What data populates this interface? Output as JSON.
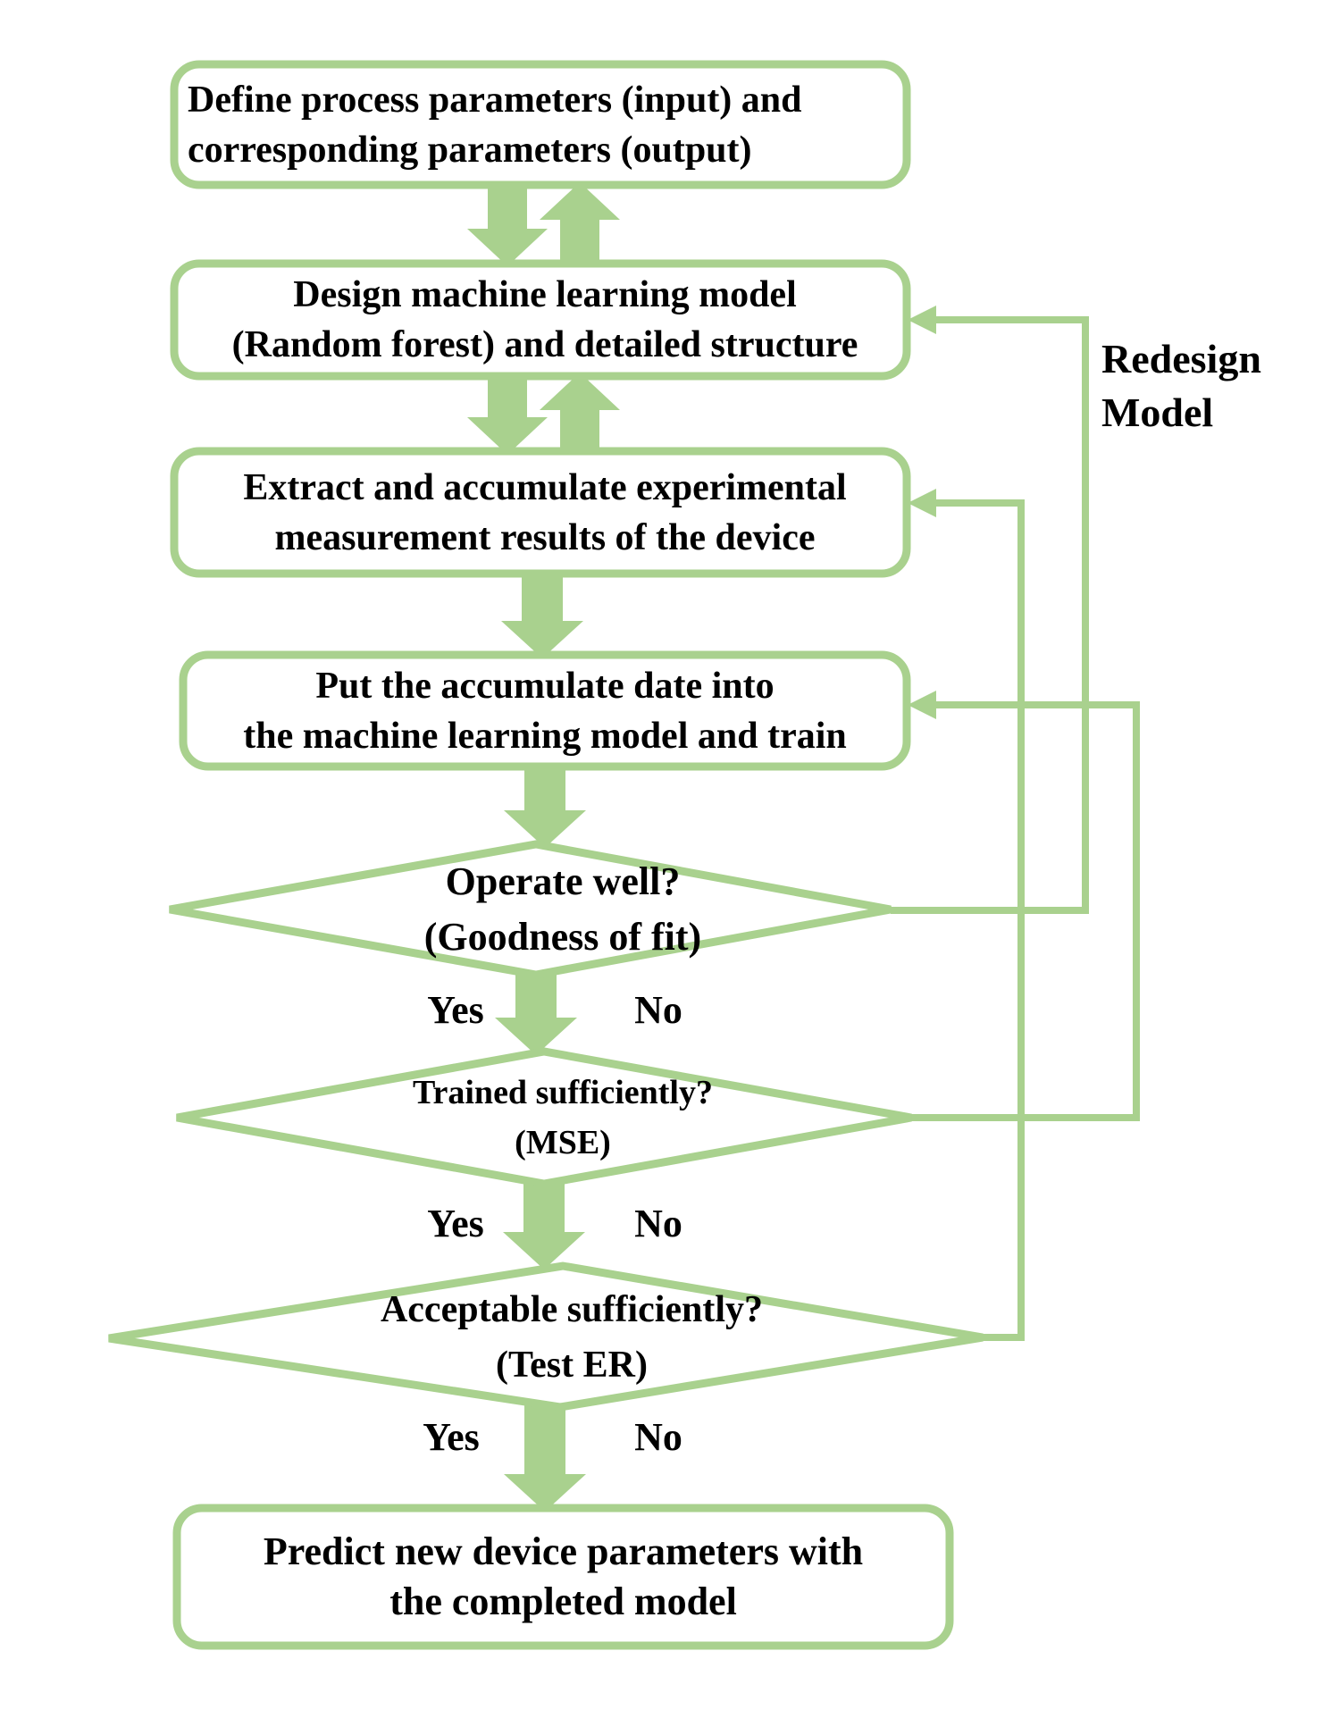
{
  "colors": {
    "shape_green": "#A9D18E",
    "text": "#000000",
    "box_fill": "#FFFFFF"
  },
  "flowchart": {
    "process_boxes": [
      {
        "name": "define-parameters",
        "line1": "Define process parameters (input) and",
        "line2": "corresponding parameters (output)"
      },
      {
        "name": "design-model",
        "line1": "Design machine learning model",
        "line2": "(Random forest) and detailed structure"
      },
      {
        "name": "extract-results",
        "line1": "Extract and accumulate experimental",
        "line2": "measurement results of the device"
      },
      {
        "name": "train-model",
        "line1": "Put the accumulate date into",
        "line2": "the machine learning model and train"
      },
      {
        "name": "predict-parameters",
        "line1": "Predict new device parameters with",
        "line2": "the completed model"
      }
    ],
    "decisions": [
      {
        "name": "operate-well",
        "line1": "Operate well?",
        "line2": "(Goodness of fit)",
        "yes_label": "Yes",
        "no_label": "No"
      },
      {
        "name": "trained-sufficiently",
        "line1": "Trained sufficiently?",
        "line2": "(MSE)",
        "yes_label": "Yes",
        "no_label": "No"
      },
      {
        "name": "acceptable-sufficiently",
        "line1": "Acceptable sufficiently?",
        "line2": "(Test ER)",
        "yes_label": "Yes",
        "no_label": "No"
      }
    ],
    "annotations": {
      "redesign_label_line1": "Redesign",
      "redesign_label_line2": "Model"
    }
  }
}
